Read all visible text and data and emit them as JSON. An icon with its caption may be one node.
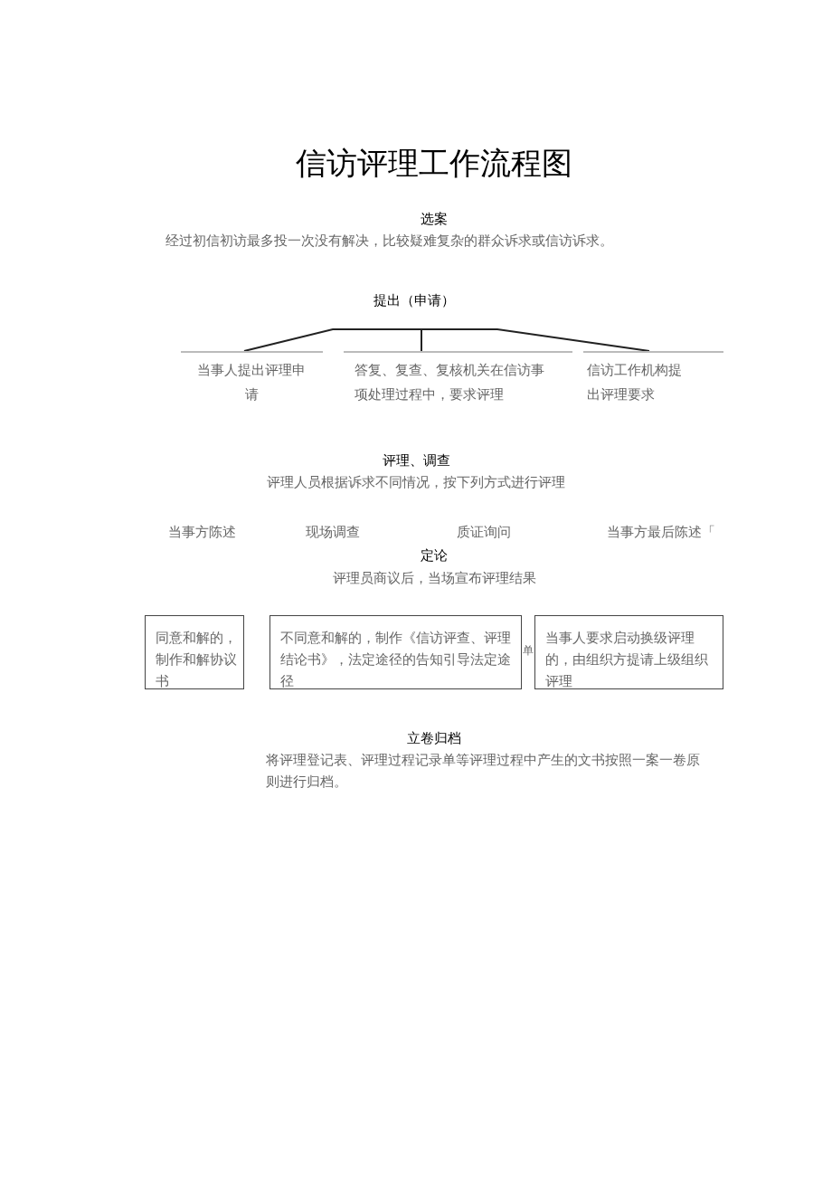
{
  "diagram": {
    "title": "信访评理工作流程图",
    "nodes": [
      {
        "text": [
          "提出（申请）"
        ]
      },
      {
        "text": [
          "当事人提出评理申请"
        ]
      },
      {
        "text": [
          "答复、复查、复核机关在信访事项处理过程中，要求评理"
        ]
      },
      {
        "text": [
          "信访工作机构提出评理要求"
        ]
      },
      {
        "text": [
          "同意和解的，制作和解协议书"
        ]
      },
      {
        "text": [
          "不同意和解的，制作《信访评查、评理结论书》，法定途径的告知引导法定途径"
        ]
      },
      {
        "text": [
          "当事人要求启动换级评理的，由组织方提请上级组织评理"
        ]
      }
    ],
    "edges": [
      {
        "from": 0,
        "to": 1,
        "arrow": "none"
      },
      {
        "from": 0,
        "to": 2,
        "arrow": "none"
      },
      {
        "from": 0,
        "to": 3,
        "arrow": "none"
      }
    ],
    "labels": [
      "选案",
      "经过初信初访最多投一次没有解决，比较疑难复杂的群众诉求或信访诉求。",
      "评理、调查",
      "评理人员根据诉求不同情况，按下列方式进行评理",
      "当事方陈述",
      "现场调查",
      "质证询问",
      "当事方最后陈述「",
      "定论",
      "评理员商议后，当场宣布评理结果",
      "单",
      "立卷归档",
      "将评理登记表、评理过程记录单等评理过程中产生的文书按照一案一卷原则进行归档。"
    ]
  }
}
